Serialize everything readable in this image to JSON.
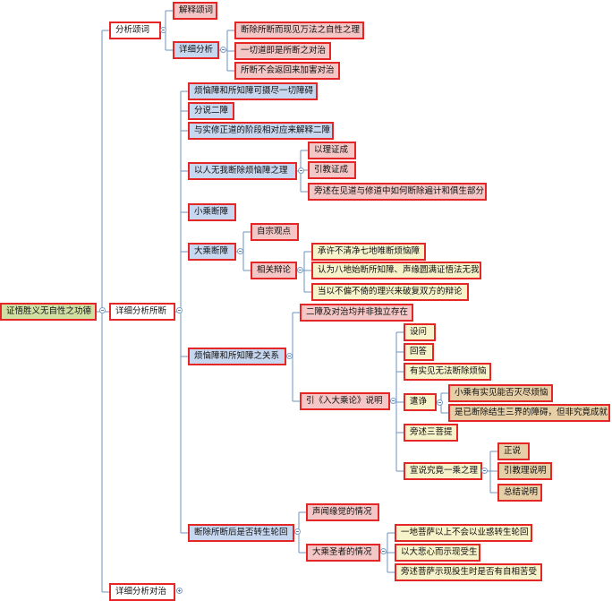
{
  "map": {
    "root": "证悟胜义无自性之功德",
    "n_analysis_verse": "分析颂词",
    "n_explain_verse": "解释颂词",
    "n_detailed": "详细分析",
    "n_d1": "断除所断而现见万法之自性之理",
    "n_d2": "一切道即是所断之对治",
    "n_d3": "所断不会返回来加害对治",
    "n_detail_cut": "详细分析所断",
    "n_s1": "烦恼障和所知障可摄尽一切障碍",
    "n_s2": "分说二障",
    "n_s3": "与实修正道的阶段相对应来解释二障",
    "n_s4": "以人无我断除烦恼障之理",
    "n_s4a": "以理证成",
    "n_s4b": "引教证成",
    "n_s4c": "旁述在见道与修道中如何断除遍计和俱生部分",
    "n_s5": "小乘断障",
    "n_s6": "大乘断障",
    "n_s6a": "自宗观点",
    "n_s6b": "相关辩论",
    "n_s6b1": "承许不清净七地唯断烦恼障",
    "n_s6b2": "认为八地始断所知障、声缘圆满证悟法无我",
    "n_s6b3": "当以不偏不倚的理兴来破复双方的辩论",
    "n_s7": "烦恼障和所知障之关系",
    "n_s7a": "二障及对治均并非独立存在",
    "n_s7b": "引《入大乘论》说明",
    "n_q": "设问",
    "n_a": "回答",
    "n_h": "有实见无法断除烦恼",
    "n_refute": "遣诤",
    "n_r1": "小乘有实见能否灭尽烦恼",
    "n_r2": "是已断除结生三界的障碍，但非究竟成就",
    "n_three": "旁述三菩提",
    "n_one": "宣说究竟一乘之理",
    "n_o1": "正说",
    "n_o2": "引教理说明",
    "n_o3": "总结说明",
    "n_s8": "断除所断后是否转生轮回",
    "n_s8a": "声闻缘觉的情况",
    "n_s8b": "大乘圣者的情况",
    "n_s8b1": "一地菩萨以上不会以业惑转生轮回",
    "n_s8b2": "以大悲心而示现受生",
    "n_s8b3": "旁述菩萨示现投生时是否有自相苦受",
    "n_remedy": "详细分析对治"
  },
  "colors": {
    "border": "#e42626",
    "connector": "#6f93bd",
    "root_fill": "#cfe0a2",
    "blue_fill": "#c7d7ef",
    "pink_fill": "#f5c6c6",
    "cream_fill": "#f6f2c9",
    "tan_fill": "#e6cfa6"
  }
}
